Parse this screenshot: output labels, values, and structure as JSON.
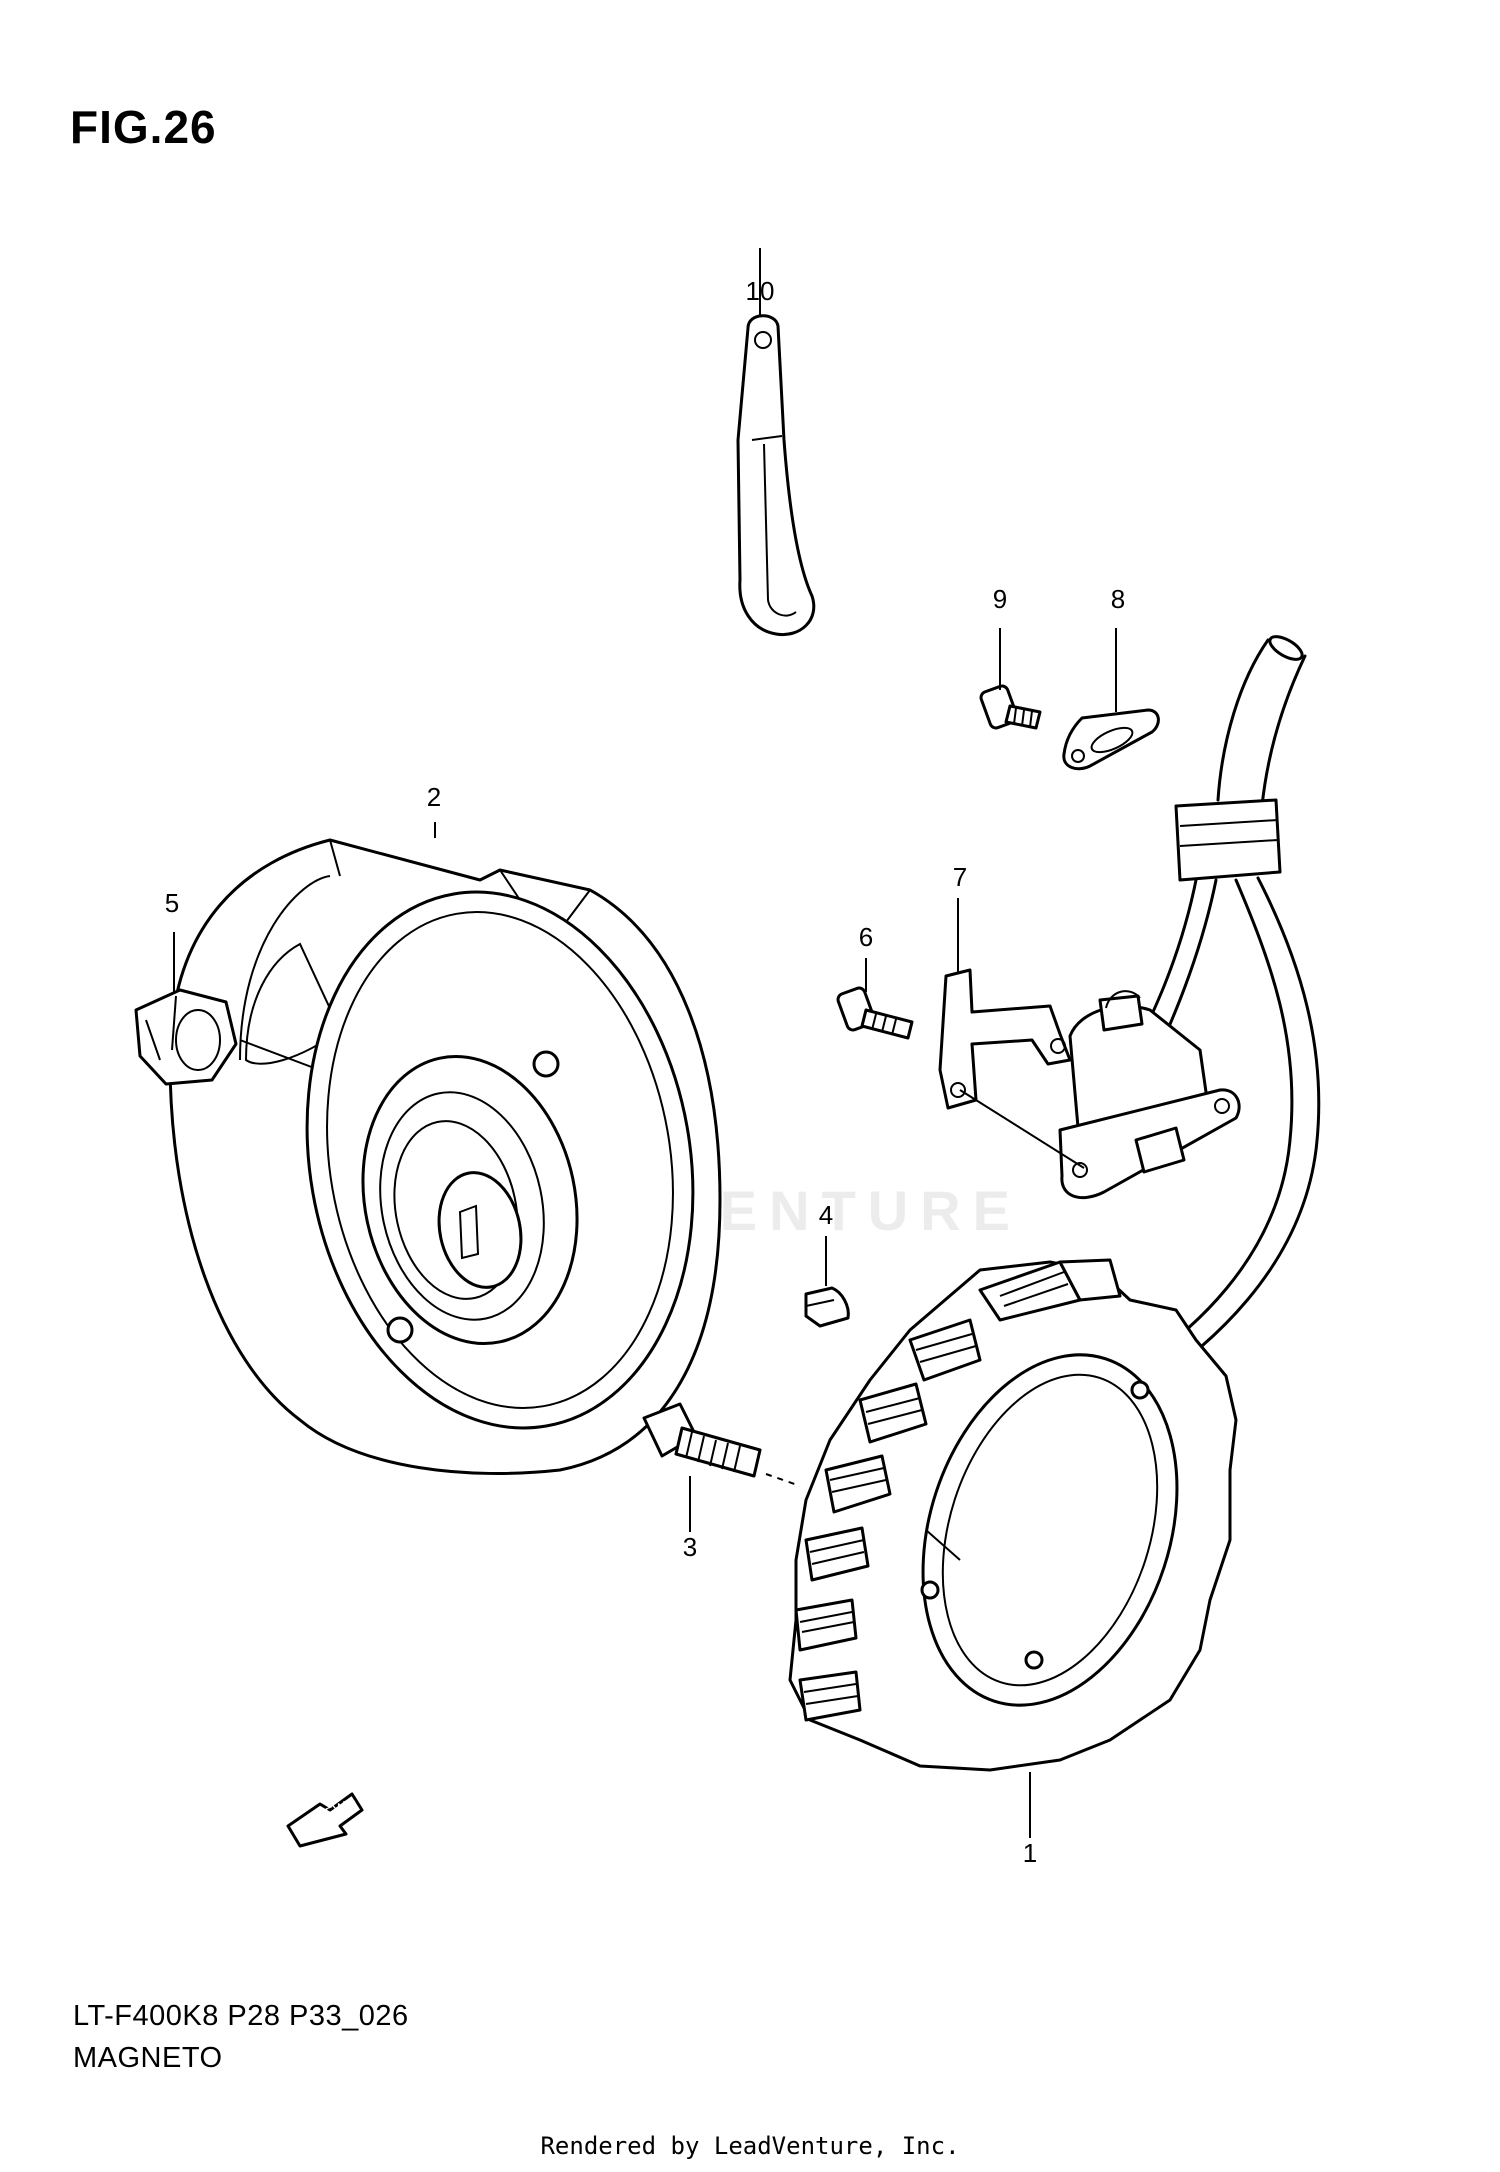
{
  "figure": {
    "title": "FIG.26",
    "model_code": "LT-F400K8 P28 P33_026",
    "section_name": "MAGNETO"
  },
  "watermark": {
    "text": "LEADVENTURE"
  },
  "footer": {
    "rendered_by": "Rendered by LeadVenture, Inc."
  },
  "direction_arrow": {
    "label": "FWD"
  },
  "callouts": [
    {
      "id": "1",
      "label": "1"
    },
    {
      "id": "2",
      "label": "2"
    },
    {
      "id": "3",
      "label": "3"
    },
    {
      "id": "4",
      "label": "4"
    },
    {
      "id": "5",
      "label": "5"
    },
    {
      "id": "6",
      "label": "6"
    },
    {
      "id": "7",
      "label": "7"
    },
    {
      "id": "8",
      "label": "8"
    },
    {
      "id": "9",
      "label": "9"
    },
    {
      "id": "10",
      "label": "10"
    }
  ]
}
